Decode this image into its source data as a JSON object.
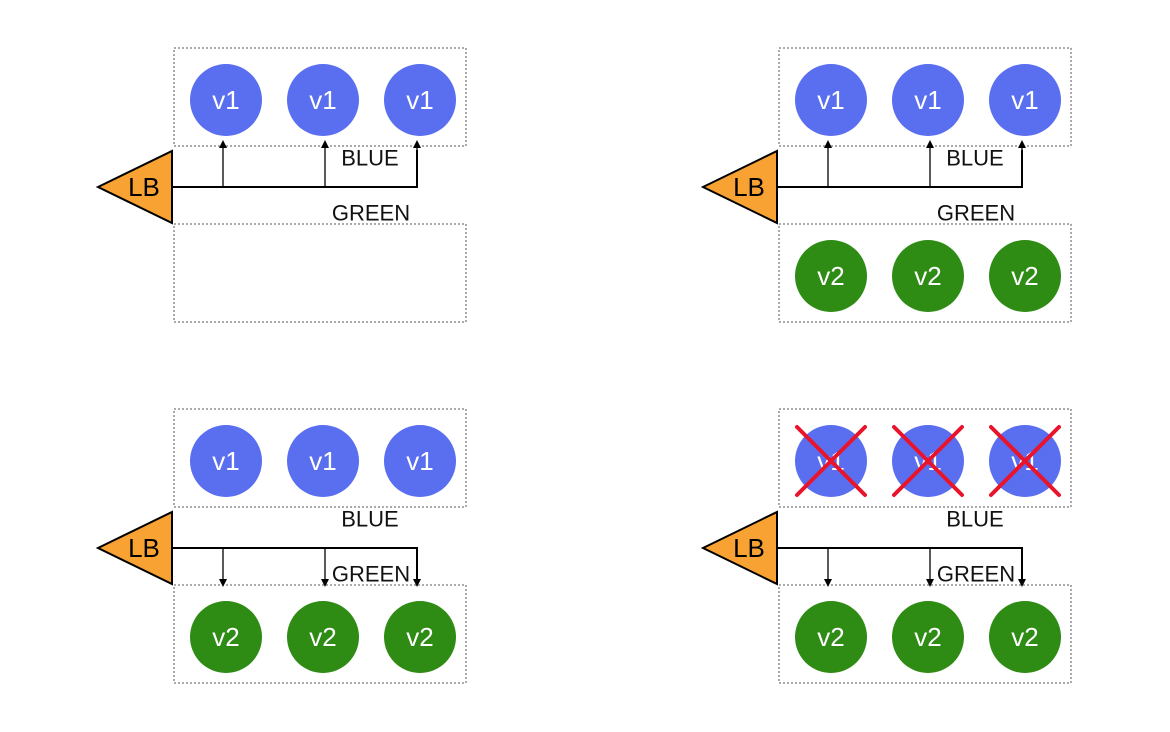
{
  "colors": {
    "blue_node": "#5a6ef0",
    "green_node": "#2e8b14",
    "load_balancer": "#f7a233",
    "cross": "#e8142b"
  },
  "labels": {
    "load_balancer": "LB",
    "blue_env": "BLUE",
    "green_env": "GREEN",
    "v1": "v1",
    "v2": "v2"
  },
  "panels": [
    {
      "id": "panel-1",
      "blue_nodes": 3,
      "green_nodes": 0,
      "traffic_to": "blue",
      "blue_removed": false
    },
    {
      "id": "panel-2",
      "blue_nodes": 3,
      "green_nodes": 3,
      "traffic_to": "blue",
      "blue_removed": false
    },
    {
      "id": "panel-3",
      "blue_nodes": 3,
      "green_nodes": 3,
      "traffic_to": "green",
      "blue_removed": false
    },
    {
      "id": "panel-4",
      "blue_nodes": 3,
      "green_nodes": 3,
      "traffic_to": "green",
      "blue_removed": true
    }
  ]
}
